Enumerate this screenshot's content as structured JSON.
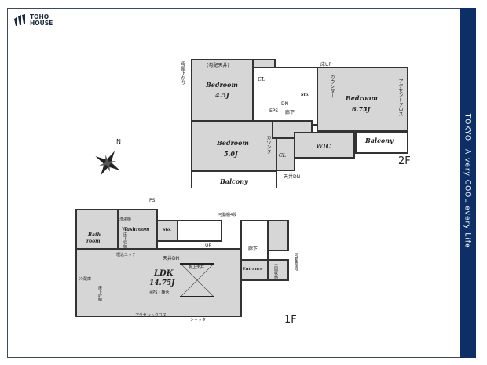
{
  "brand": {
    "line1": "TOHO",
    "line2": "HOUSE"
  },
  "side_band": {
    "text": "TOKYO　A very COOL every Life!",
    "color": "#0d2f66"
  },
  "compass": {
    "label": "N"
  },
  "floor2": {
    "label": "2F",
    "rooms": {
      "bedroom1": {
        "name": "Bedroom",
        "size": "4.5J",
        "note": "(勾配天井)"
      },
      "bedroom2": {
        "name": "Bedroom",
        "size": "6.75J"
      },
      "bedroom3": {
        "name": "Bedroom",
        "size": "5.0J"
      },
      "wic": "WIC",
      "cl1": "CL",
      "cl2": "CL",
      "sto": "Sto.",
      "balcony1": "Balcony",
      "balcony2": "Balcony"
    },
    "notes": {
      "floor_up": "床UP",
      "counter1": "カウンター",
      "counter2": "カウンター",
      "accent": "アクセントクロス",
      "dn": "DN",
      "eps": "EPS",
      "hall": "廊下",
      "ceiling_dn": "天井DN",
      "eaves": "母屋下がり"
    }
  },
  "floor1": {
    "label": "1F",
    "rooms": {
      "ldk": {
        "name": "LDK",
        "size": "14.75J",
        "note": "※PS・棚含"
      },
      "bath": {
        "line1": "Bath",
        "line2": "room"
      },
      "washroom": "Washroom",
      "sto": "Sto.",
      "entrance": "Entrance",
      "hall": "廊下"
    },
    "notes": {
      "ps": "PS",
      "washer": "洗濯機",
      "under_floor1": "床下収納",
      "under_floor2": "床下収納",
      "niche": "埋込ニッチ",
      "ceiling_dn": "天井DN",
      "up": "UP",
      "shelf": "可動棚4段",
      "shelf2": "可動棚4段",
      "dirt_storage": "土間収納",
      "fridge": "冷蔵庫",
      "open_ceiling": "折上天井",
      "accent": "アクセントクロス",
      "shutter": "シャッター"
    }
  }
}
